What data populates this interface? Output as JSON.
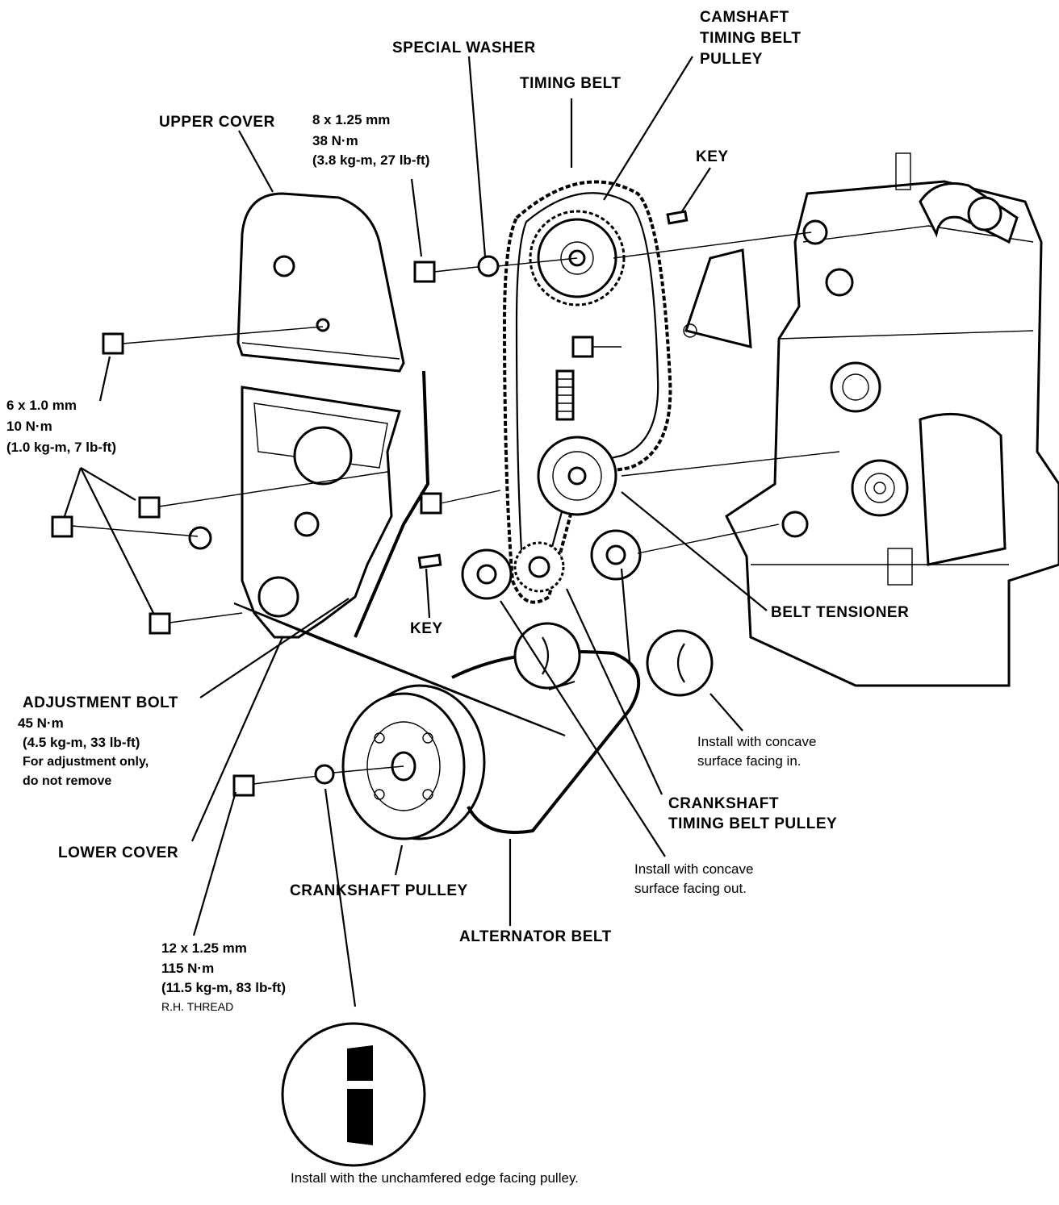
{
  "labels": {
    "upper_cover": "UPPER COVER",
    "special_washer": "SPECIAL WASHER",
    "timing_belt": "TIMING BELT",
    "camshaft_pulley": [
      "CAMSHAFT",
      "TIMING BELT",
      "PULLEY"
    ],
    "key_top": "KEY",
    "key_bottom": "KEY",
    "belt_tensioner": "BELT TENSIONER",
    "crankshaft_timing_pulley": [
      "CRANKSHAFT",
      "TIMING BELT PULLEY"
    ],
    "lower_cover": "LOWER COVER",
    "crankshaft_pulley": "CRANKSHAFT PULLEY",
    "alternator_belt": "ALTERNATOR BELT",
    "adjustment_bolt": "ADJUSTMENT BOLT"
  },
  "specs": {
    "cam_bolt": [
      "8 x 1.25 mm",
      "38 N·m",
      "(3.8 kg-m, 27 lb-ft)"
    ],
    "cover_bolts": [
      "6 x 1.0 mm",
      "10 N·m",
      "(1.0 kg-m, 7 lb-ft)"
    ],
    "adjustment_bolt": [
      "45 N·m",
      "(4.5 kg-m, 33 lb-ft)",
      "For adjustment only,",
      "do not remove"
    ],
    "crank_bolt": [
      "12 x 1.25 mm",
      "115 N·m",
      "(11.5 kg-m, 83 lb-ft)"
    ],
    "crank_bolt_thread": "R.H.  THREAD"
  },
  "notes": {
    "concave_in": [
      "Install with concave",
      "surface facing in."
    ],
    "concave_out": [
      "Install with concave",
      "surface facing out."
    ],
    "unchamfered": "Install with the unchamfered edge facing pulley."
  }
}
